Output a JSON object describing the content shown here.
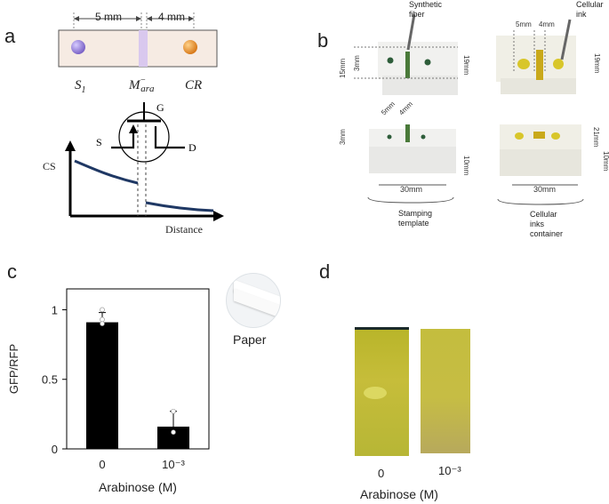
{
  "panels": {
    "a": {
      "letter": "a",
      "dim_left": "5 mm",
      "dim_right": "4 mm",
      "label_s1": "S",
      "label_s1_sub": "1",
      "label_mara": "M",
      "label_mara_sup": "−",
      "label_mara_sub": "ara",
      "label_cr": "CR",
      "transistor_g": "G",
      "transistor_s": "S",
      "transistor_d": "D",
      "y_axis_label": "CS",
      "x_axis_label": "Distance",
      "colors": {
        "s1_sphere": "#8e7bd6",
        "cr_sphere": "#e0902a",
        "membrane": "#d9c8ee",
        "curve": "#1f3864"
      }
    },
    "b": {
      "letter": "b",
      "synthetic_fiber": "Synthetic\nfiber",
      "cellular_ink": "Cellular\nink",
      "dims_tl": [
        "15mm",
        "3mm",
        "19mm",
        "5mm",
        "4mm"
      ],
      "dims_tr": [
        "5mm",
        "4mm",
        "19mm"
      ],
      "dims_bl": [
        "3mm",
        "10mm",
        "30mm"
      ],
      "dims_br": [
        "21mm",
        "10mm",
        "30mm"
      ],
      "stamping_template": "Stamping\ntemplate",
      "cellular_inks_container": "Cellular\ninks\ncontainer"
    },
    "c": {
      "letter": "c",
      "paper_label": "Paper"
    },
    "d": {
      "letter": "d",
      "x_labels": [
        "0",
        "10⁻³"
      ],
      "x_axis_label": "Arabinose (M)"
    }
  },
  "chart_data": {
    "type": "bar",
    "categories": [
      "0",
      "10⁻³"
    ],
    "values": [
      0.91,
      0.16
    ],
    "error_bars": [
      0.07,
      0.11
    ],
    "points": [
      [
        0.9,
        0.93,
        1.0
      ],
      [
        0.12,
        0.27
      ]
    ],
    "ylabel": "GFP/RFP",
    "xlabel": "Arabinose (M)",
    "ylim": [
      0,
      1.15
    ],
    "yticks": [
      0,
      0.5,
      1
    ],
    "ytick_labels": [
      "0",
      "0.5",
      "1"
    ],
    "bar_color": "#000000"
  }
}
